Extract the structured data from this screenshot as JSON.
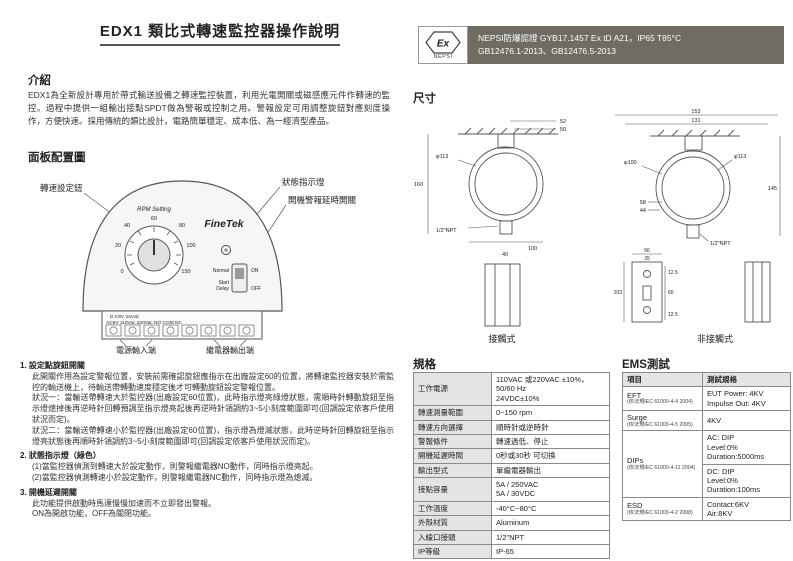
{
  "title": "EDX1 類比式轉速監控器操作說明",
  "colors": {
    "cert_bar": "#6e6c63"
  },
  "cert": {
    "logo_main": "Ex",
    "logo_sub": "NEPSI",
    "line1": "NEPSI防爆認證 GYB17.1457 Ex tD A21，IP65 T85°C",
    "line2": "GB12476.1-2013、GB12476.5-2013"
  },
  "intro": {
    "heading": "介紹",
    "body": "EDX1為全新設計專用於帶式輸送設備之轉速監控裝置，利用光電開關或磁感應元件作轉速的監控。過程中提供一組輸出接點SPDT做為警報或控制之用。警報設定可用調整旋鈕對應刻度操作，方便快速。採用傳統的類比設計，電路簡單穩定、成本低、為一經濟型產品。"
  },
  "panel": {
    "heading": "面板配置圖",
    "knob_label": "轉速設定鈕",
    "status_label": "狀態指示燈",
    "delay_label": "開機警報延時開關",
    "rpm_setting": "RPM Setting",
    "brand": "FineTek",
    "normal": "Normal",
    "start": "Start",
    "delay": "Delay",
    "on": "ON",
    "off": "OFF",
    "scale": [
      "0",
      "20",
      "40",
      "60",
      "80",
      "100",
      "150"
    ],
    "terminal_line1": "D.C9V  24Vdc",
    "terminal_line2": "AC9V  110Vac  220Vac    NO  COM  NC",
    "power_label": "電源輸入端",
    "relay_label": "繼電器輸出端"
  },
  "instructions": [
    {
      "title": "1. 設定點旋鈕開關",
      "paras": [
        "此開關作用為設定警報位置，安裝前需確認旋鈕應指示在出廠設定60的位置，將轉速監控器安裝於需監控的輸送機上，待輸送帶轉動速度穩定後才可轉動旋鈕設定警報位置。",
        "狀況一：當輸送帶轉速大於監控器(出廠設定60位置)，此時指示燈亮綠燈狀態，需順時針轉動旋鈕至指示燈熄掉後再逆時針回轉預調至指示燈亮起後再逆時針領調約3~5小刻度範圍即可(回調設定依客戶使用狀況而定)。",
        "狀況二：當輸送帶轉速小於監控器(出廠設定60位置)，指示燈為燈滅狀態，此時逆時針回轉旋鈕至指示燈亮狀態後再順時針領調約3~5小刻度範圍即可(回調設定依客戶使用狀況而定)。"
      ]
    },
    {
      "title": "2. 狀態指示燈（綠色）",
      "paras": [
        "(1)當監控器偵測到轉速大於設定動作，則警報繼電器NO動作，同時指示燈亮起。",
        "(2)當監控器偵測轉速小於設定動作，則警報繼電器NC動作，同時指示燈為熄滅。"
      ]
    },
    {
      "title": "3. 開機延遲開關",
      "paras": [
        "此功能提供啟動時馬達慢慢加速而不立即發出警報。",
        "ON為開啟功能，OFF為關閉功能。"
      ]
    }
  ],
  "dimensions": {
    "heading": "尺寸",
    "viewA": [
      "52",
      "50",
      "φ113",
      "160",
      "100",
      "40",
      "1/2\"NPT"
    ],
    "viewB": [
      "153",
      "131",
      "φ100",
      "φ113",
      "145",
      "58",
      "44",
      "1/2\"NPT"
    ],
    "bracket": [
      "56",
      "35",
      "103",
      "12.5",
      "60",
      "12.5"
    ],
    "caption_contact": "接觸式",
    "caption_noncontact": "非接觸式"
  },
  "specs": {
    "heading": "規格",
    "rows": [
      {
        "label": "工作電源",
        "value": "110VAC 或220VAC ±10%，\n50/60 Hz\n24VDC±10%"
      },
      {
        "label": "轉速測量範圍",
        "value": "0~150 rpm"
      },
      {
        "label": "轉速方向選擇",
        "value": "順時針或逆時針"
      },
      {
        "label": "警報條件",
        "value": "轉速過低、停止"
      },
      {
        "label": "開機延遲時間",
        "value": "0秒或30秒 可切換"
      },
      {
        "label": "輸出型式",
        "value": "單繼電器輸出"
      },
      {
        "label": "接點容量",
        "value": "5A / 250VAC\n5A / 30VDC"
      },
      {
        "label": "工作溫度",
        "value": "-40°C~80°C"
      },
      {
        "label": "外殼材質",
        "value": "Aluminum"
      },
      {
        "label": "入線口接頭",
        "value": "1/2\"NPT"
      },
      {
        "label": "IP等級",
        "value": "IP-65"
      }
    ]
  },
  "ems": {
    "heading": "EMS測試",
    "col_item": "項目",
    "col_spec": "測試規格",
    "rows": [
      {
        "name": "EFT",
        "std": "(依法規IEC 61000-4-4 2004)",
        "value": "EUT Power: 4KV\nImpulse Out: 4KV"
      },
      {
        "name": "Surge",
        "std": "(依法規IEC 61000-4-5 2005)",
        "value": "4KV"
      },
      {
        "name": "DIPs",
        "std": "(依法規IEC 61000-4-11 2004)",
        "value_ac": "AC: DIP\nLevel:0%\nDuration:5000ms",
        "value_dc": "DC: DIP\nLevel:0%\nDuration:100ms"
      },
      {
        "name": "ESD",
        "std": "(依法規IEC 61000-4-2 2008)",
        "value": "Contact:6KV\nAir:8KV"
      }
    ]
  }
}
